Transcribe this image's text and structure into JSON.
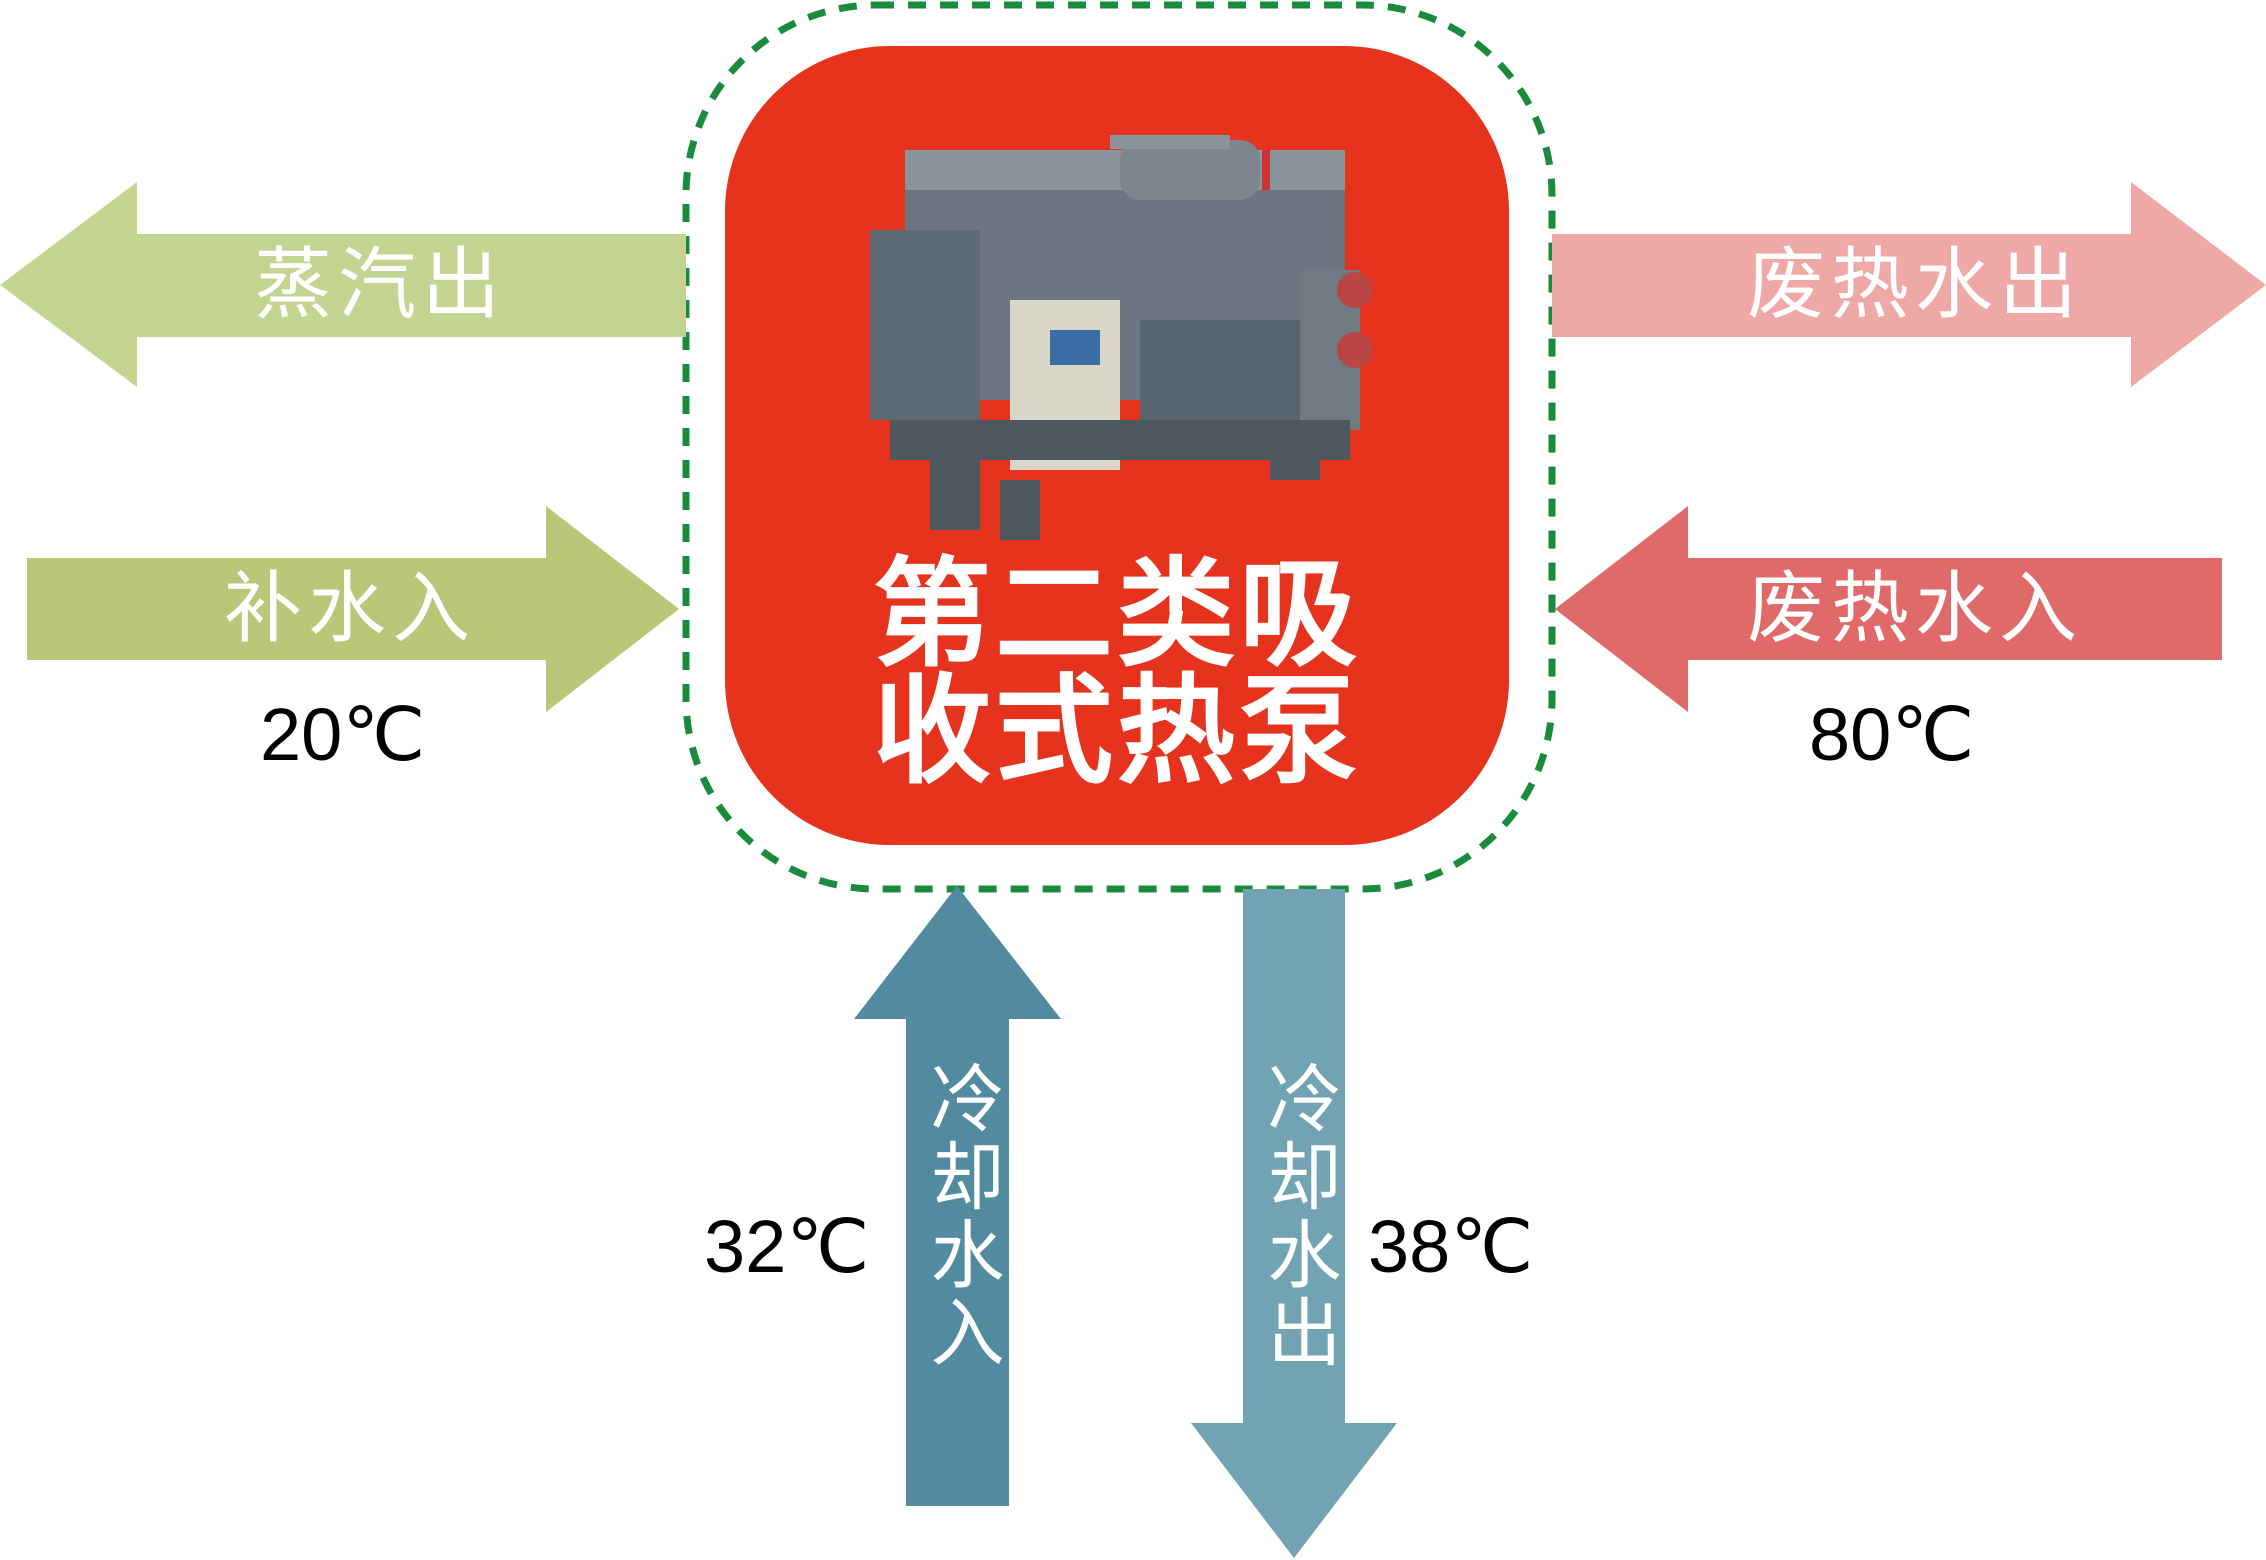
{
  "center": {
    "title_line1": "第二类吸",
    "title_line2": "收式热泵",
    "image": "absorption-heat-pump-unit"
  },
  "arrows": {
    "steam_out": {
      "label": "蒸汽出",
      "color": "#c6d492"
    },
    "makeup_in": {
      "label": "补水入",
      "temp": "20℃",
      "color": "#b9c778"
    },
    "waste_out": {
      "label": "废热水出",
      "color": "#eea8a6"
    },
    "waste_in": {
      "label": "废热水入",
      "temp": "80℃",
      "color": "#e06a69"
    },
    "cool_in": {
      "label": "冷却水入",
      "temp": "32℃",
      "color": "#528aa0"
    },
    "cool_out": {
      "label": "冷却水出",
      "temp": "38℃",
      "color": "#72a3b2"
    }
  },
  "colors": {
    "red": "#e5331d",
    "boundary": "#1a8a3c"
  }
}
